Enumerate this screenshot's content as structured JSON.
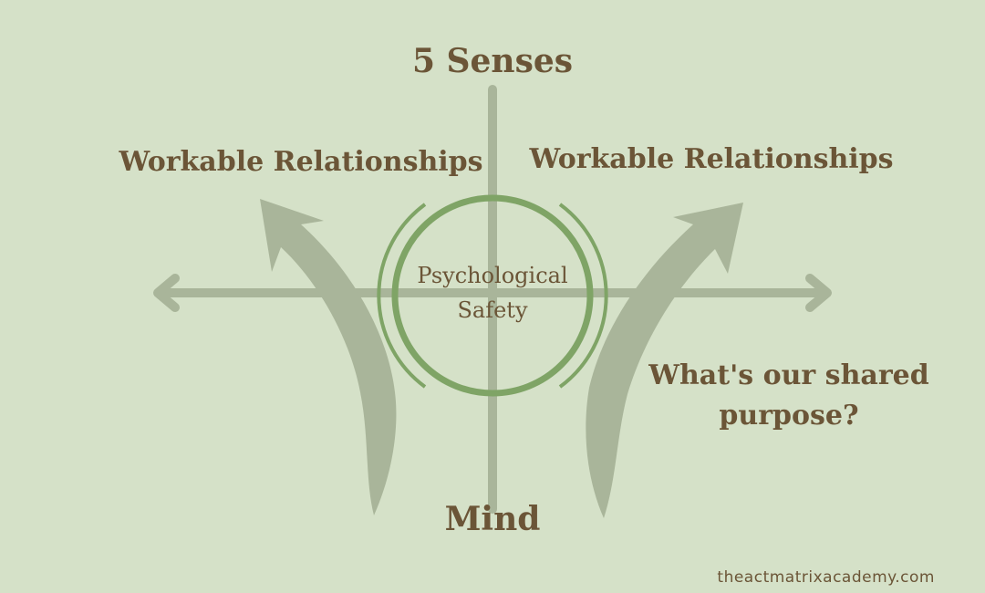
{
  "diagram": {
    "top_label": "5 Senses",
    "bottom_label": "Mind",
    "left_label": "Workable Relationships",
    "right_label": "Workable Relationships",
    "center_label_line1": "Psychological",
    "center_label_line2": "Safety",
    "question_label": "What's our shared purpose?",
    "watermark": "theactmatrixacademy.com"
  },
  "colors": {
    "background": "#d5e1c8",
    "axis": "#a9b59a",
    "circle": "#7fa466",
    "text": "#6b5537"
  }
}
